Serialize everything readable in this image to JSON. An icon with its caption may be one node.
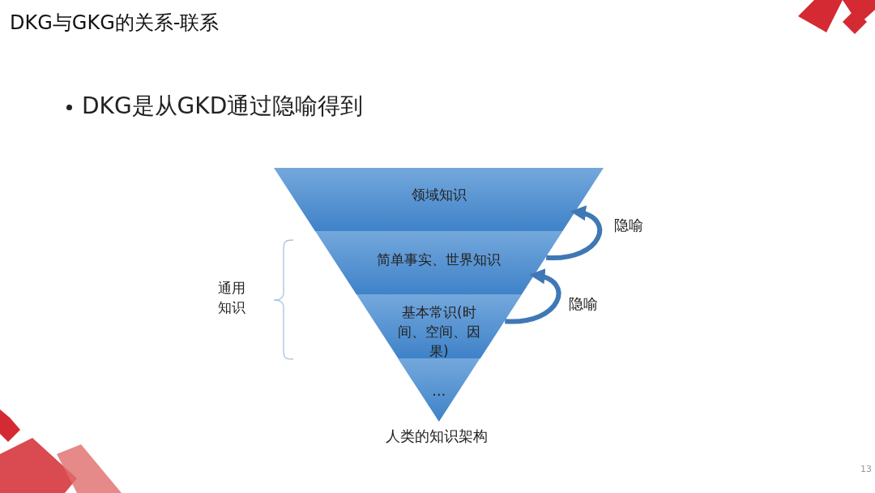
{
  "diagram": {
    "title": "DKG与GKG的关系-联系",
    "nodes": [
      {
        "text": [
          "领域知识"
        ]
      },
      {
        "text": [
          "简单事实、世界知识"
        ]
      },
      {
        "text": [
          "基本常识(时间、空间、因果)"
        ]
      },
      {
        "text": [
          "…"
        ]
      }
    ],
    "edges": [
      {
        "from": 1,
        "to": 0,
        "arrow": "to",
        "label": "隐喻"
      },
      {
        "from": 2,
        "to": 1,
        "arrow": "to",
        "label": "隐喻"
      }
    ],
    "labels": [
      "DKG是从GKD通过隐喻得到",
      "通用知识",
      "人类的知识架构",
      "13"
    ]
  }
}
